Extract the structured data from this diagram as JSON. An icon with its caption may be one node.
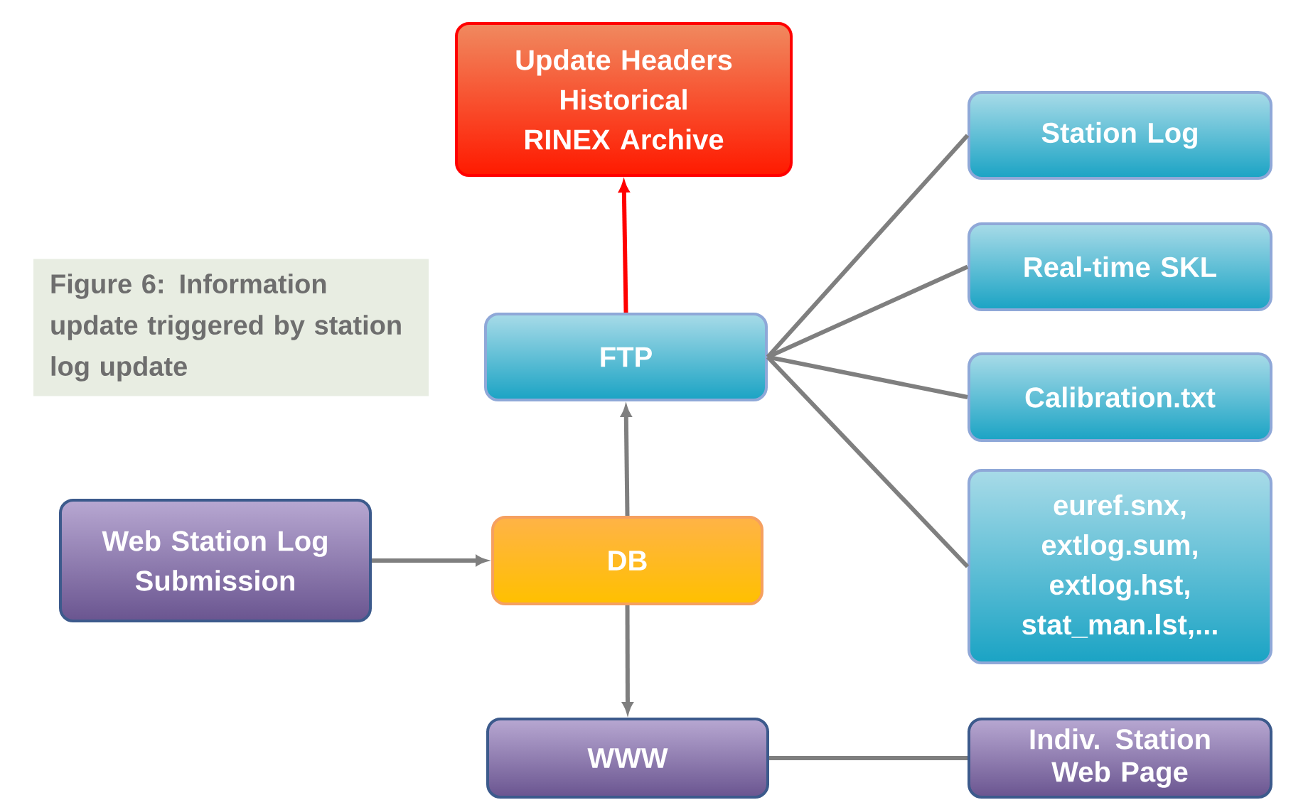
{
  "diagram": {
    "caption": "Figure 6: Information update triggered by station log update",
    "nodes": [
      {
        "text": [
          "Update Headers Historical RINEX Archive"
        ]
      },
      {
        "text": [
          "FTP"
        ]
      },
      {
        "text": [
          "Station Log"
        ]
      },
      {
        "text": [
          "Real-time SKL"
        ]
      },
      {
        "text": [
          "Calibration.txt"
        ]
      },
      {
        "text": [
          "euref.snx, extlog.sum, extlog.hst, stat_man.lst,..."
        ]
      },
      {
        "text": [
          "Web Station Log Submission"
        ]
      },
      {
        "text": [
          "DB"
        ]
      },
      {
        "text": [
          "WWW"
        ]
      },
      {
        "text": [
          "Indiv. Station Web Page"
        ]
      }
    ],
    "edges": [
      {
        "from": 1,
        "to": 0,
        "arrow": "to",
        "color": "#ff0000"
      },
      {
        "from": 1,
        "to": 2,
        "arrow": "none"
      },
      {
        "from": 1,
        "to": 3,
        "arrow": "none"
      },
      {
        "from": 1,
        "to": 4,
        "arrow": "none"
      },
      {
        "from": 1,
        "to": 5,
        "arrow": "none"
      },
      {
        "from": 6,
        "to": 7,
        "arrow": "to"
      },
      {
        "from": 7,
        "to": 1,
        "arrow": "to"
      },
      {
        "from": 7,
        "to": 8,
        "arrow": "to"
      },
      {
        "from": 8,
        "to": 9,
        "arrow": "none"
      }
    ]
  }
}
